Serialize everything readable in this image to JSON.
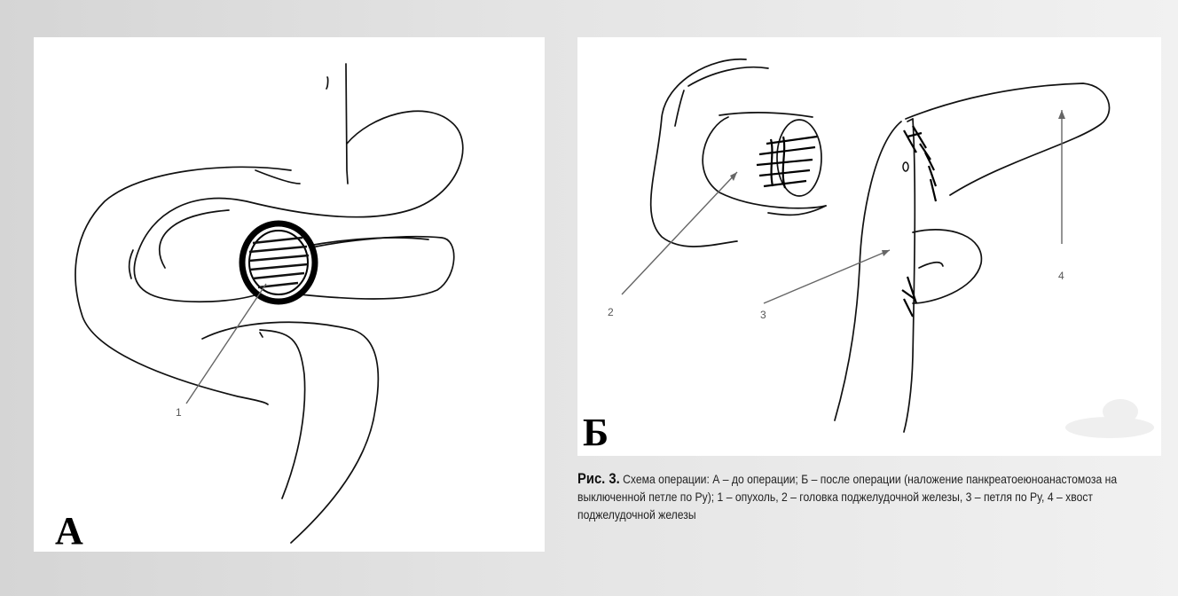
{
  "panel_a": {
    "letter": "А",
    "labels": [
      {
        "text": "1"
      }
    ]
  },
  "panel_b": {
    "letter": "Б",
    "labels": [
      {
        "text": "2"
      },
      {
        "text": "3"
      },
      {
        "text": "4"
      }
    ]
  },
  "caption": {
    "figure": "Рис. 3.",
    "text": "Схема операции: А – до операции; Б – после операции (наложение панкреатоеюноанастомоза на выключенной петле по Ру); 1 – опухоль, 2 – головка поджелудочной железы, 3 – петля по Ру, 4 – хвост поджелудочной железы"
  }
}
